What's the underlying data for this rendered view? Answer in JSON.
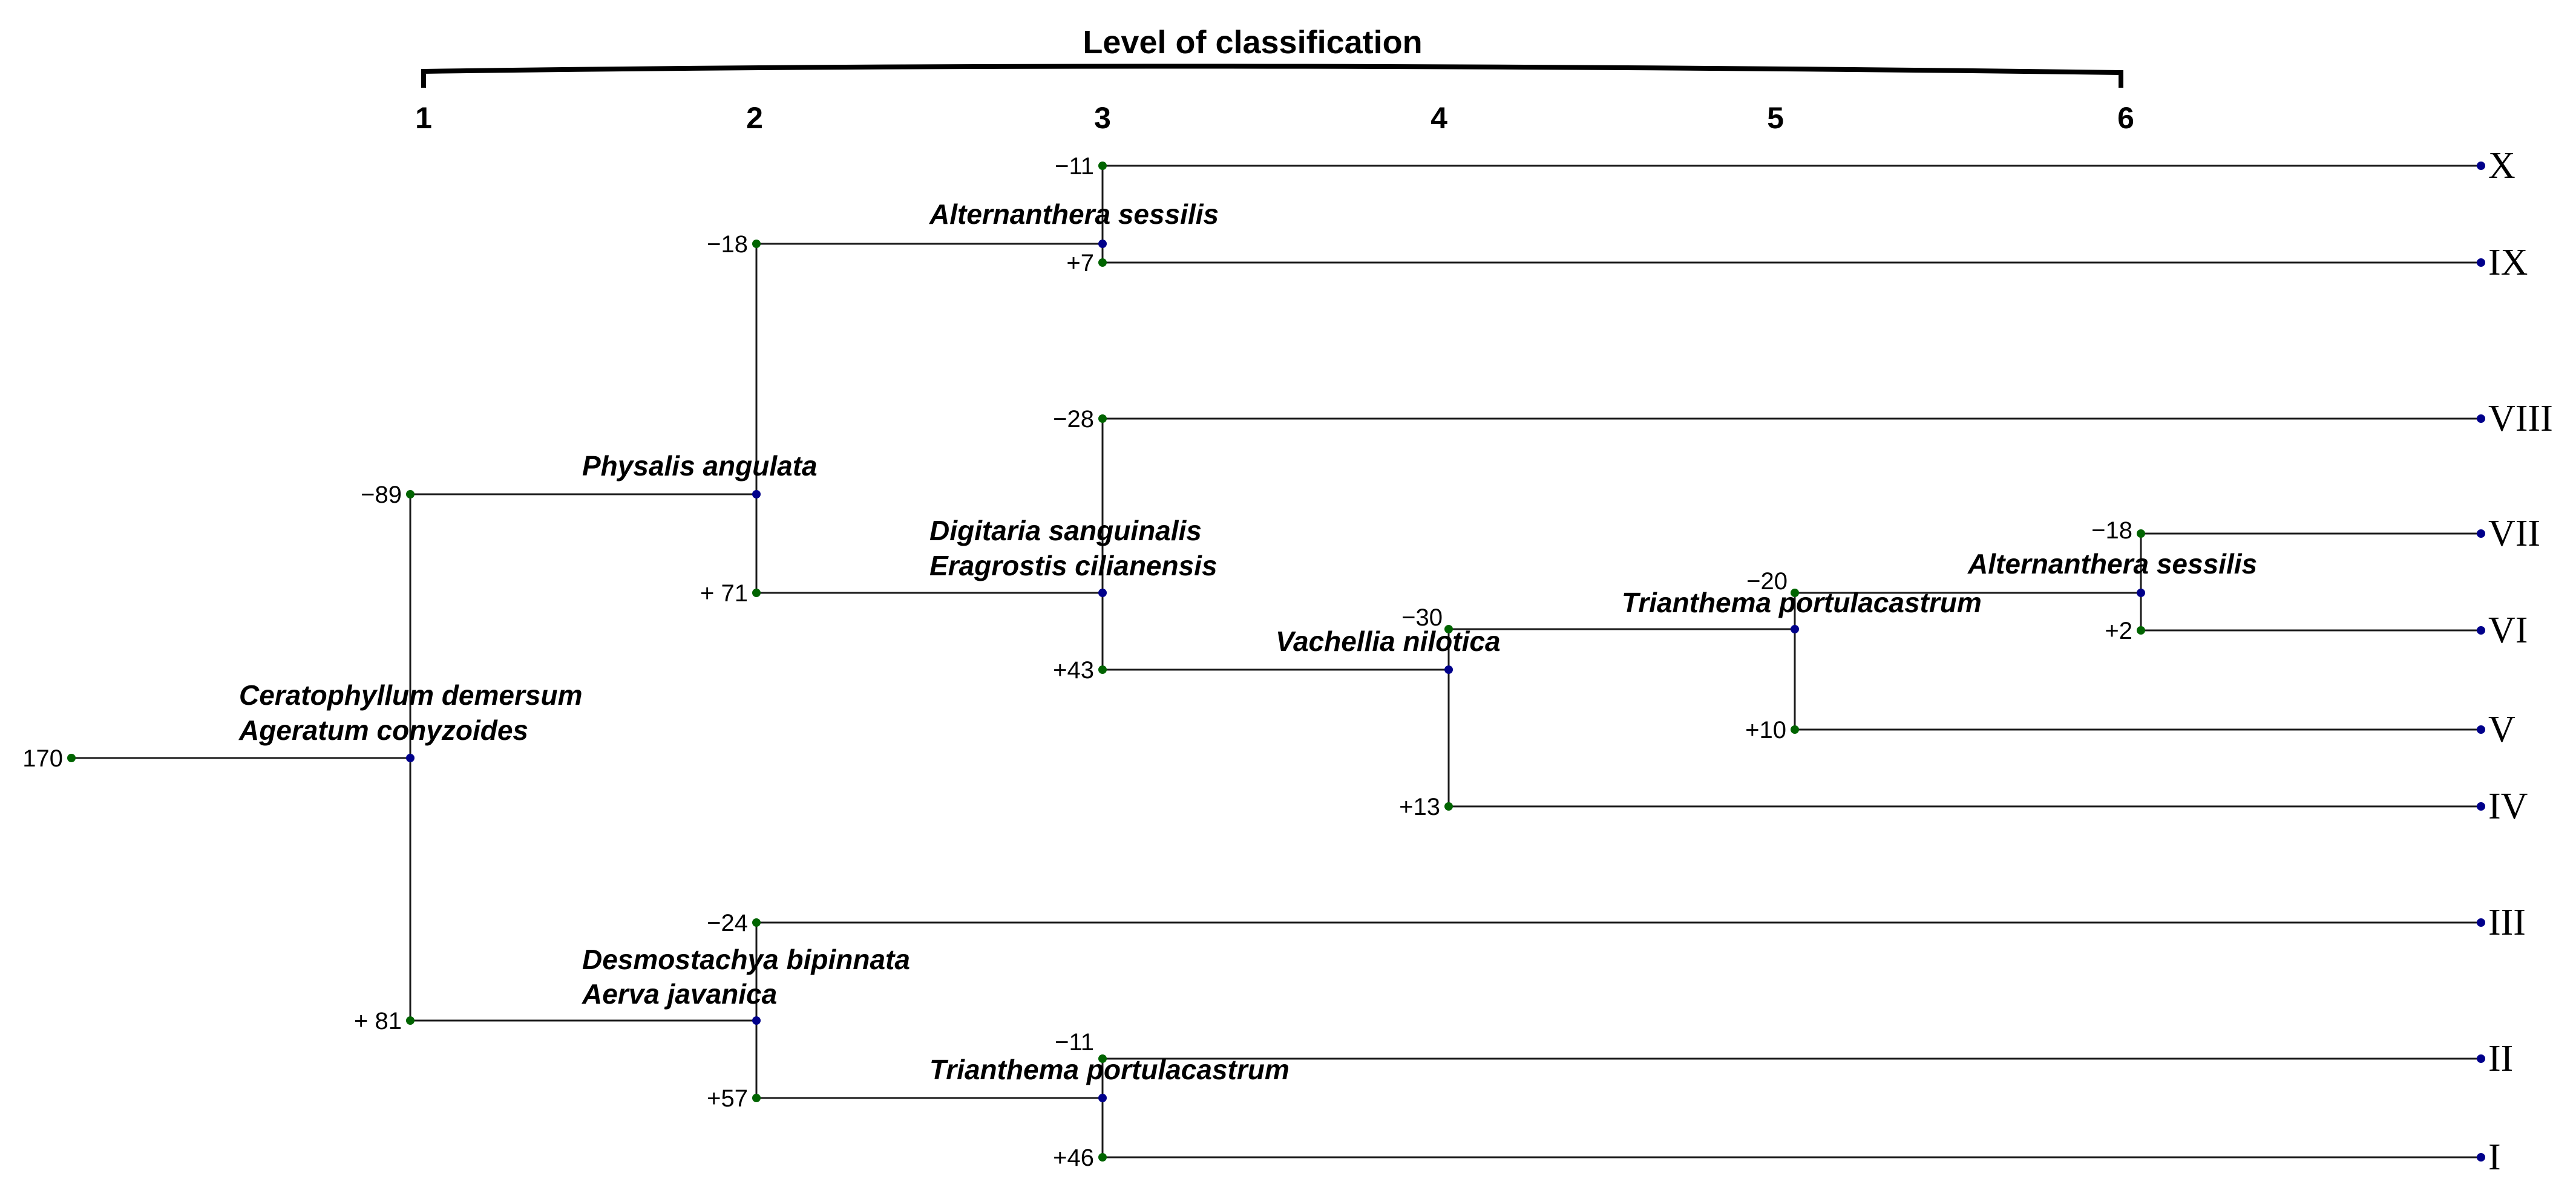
{
  "header": {
    "title": "Level of classification"
  },
  "levels": [
    "1",
    "2",
    "3",
    "4",
    "5",
    "6"
  ],
  "root": {
    "value": "170"
  },
  "splits": [
    {
      "id": "s1",
      "species": [
        "Ceratophyllum demersum",
        "Ageratum conyzoides"
      ],
      "upper_value": "−89",
      "lower_value": "+ 81"
    },
    {
      "id": "s2",
      "species": [
        "Physalis angulata"
      ],
      "upper_value": "−18",
      "lower_value": "+ 71"
    },
    {
      "id": "s3",
      "species": [
        "Alternanthera sessilis"
      ],
      "upper_value": "−11",
      "lower_value": "+7"
    },
    {
      "id": "s4",
      "species": [
        "Digitaria sanguinalis",
        "Eragrostis cilianensis"
      ],
      "upper_value": "−28",
      "lower_value": "+43"
    },
    {
      "id": "s5",
      "species": [
        "Vachellia nilotica"
      ],
      "upper_value": "−30",
      "lower_value": "+13"
    },
    {
      "id": "s6",
      "species": [
        "Trianthema portulacastrum"
      ],
      "upper_value": "−20",
      "lower_value": "+10"
    },
    {
      "id": "s7",
      "species": [
        "Alternanthera sessilis"
      ],
      "upper_value": "−18",
      "lower_value": "+2"
    },
    {
      "id": "s8",
      "species": [
        "Desmostachya bipinnata",
        "Aerva javanica"
      ],
      "upper_value": "−24",
      "lower_value": "+57"
    },
    {
      "id": "s9",
      "species": [
        "Trianthema portulacastrum"
      ],
      "upper_value": "−11",
      "lower_value": "+46"
    }
  ],
  "groups": [
    "X",
    "IX",
    "VIII",
    "VII",
    "VI",
    "V",
    "IV",
    "III",
    "II",
    "I"
  ],
  "colors": {
    "line": "#1a1a1a",
    "node_split": "#00008b",
    "node_end": "#006400"
  }
}
